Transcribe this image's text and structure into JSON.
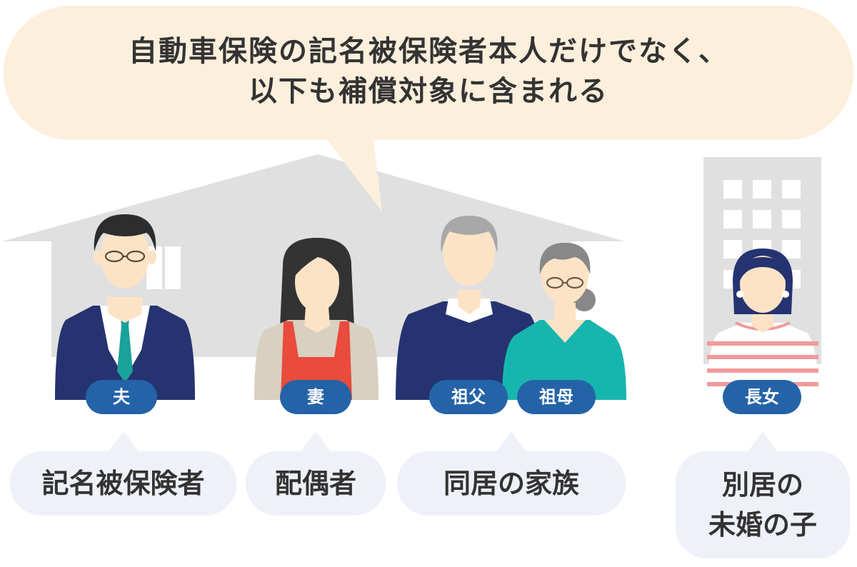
{
  "speech": {
    "line1": "自動車保険の記名被保険者本人だけでなく、",
    "line2": "以下も補償対象に含まれる"
  },
  "people": [
    {
      "badge": "夫"
    },
    {
      "badge": "妻"
    },
    {
      "badge": "祖父"
    },
    {
      "badge": "祖母"
    },
    {
      "badge": "長女"
    }
  ],
  "groups": {
    "named_insured": "記名被保険者",
    "spouse": "配偶者",
    "cohabiting_family": "同居の家族",
    "separate_child_line1": "別居の",
    "separate_child_line2": "未婚の子"
  },
  "colors": {
    "speech_bubble": "#fcefdc",
    "house": "#e0e0e0",
    "building": "#e0e0e0",
    "badge": "#2563a8",
    "label_bubble": "#eef1f8",
    "suit_navy": "#253370",
    "tie_teal": "#1aa39b",
    "apron_red": "#e94b3c",
    "cardigan_teal": "#17b6ad",
    "skin": "#fde3c6"
  }
}
